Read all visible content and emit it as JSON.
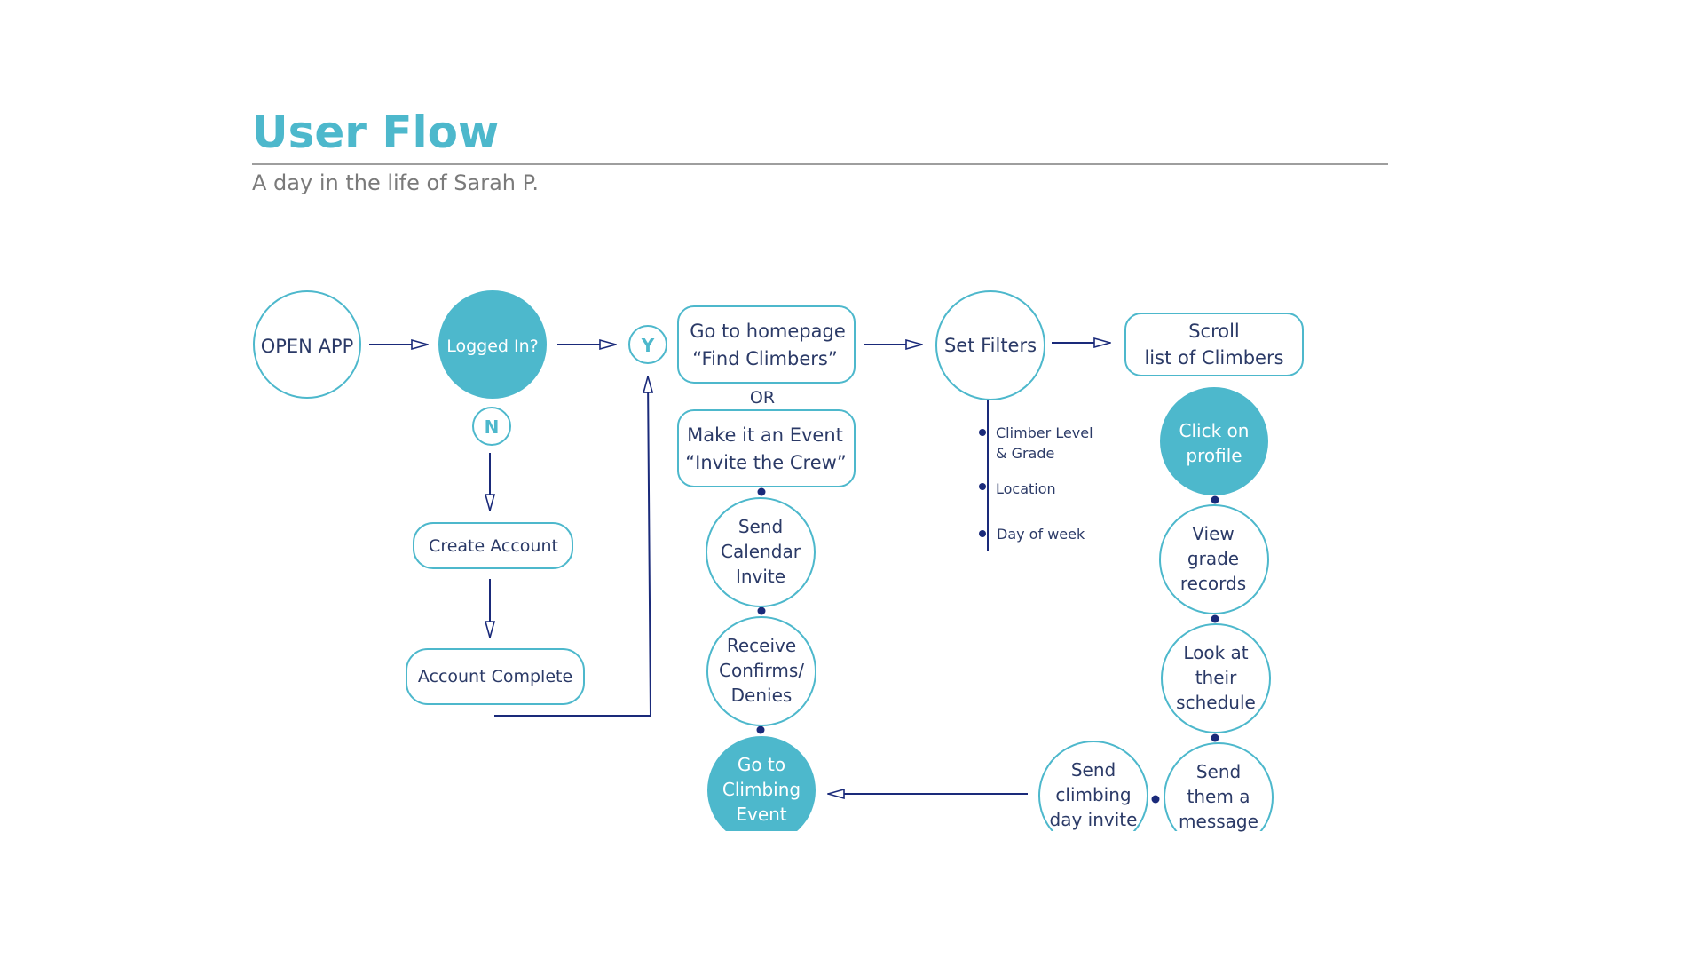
{
  "header": {
    "title": "User Flow",
    "subtitle": "A day in the life of Sarah P."
  },
  "colors": {
    "accent": "#4db8cc",
    "line": "#1a2a7a",
    "text": "#2b3a67"
  },
  "nodes": {
    "open_app": "OPEN APP",
    "logged_in": "Logged In?",
    "yes": "Y",
    "no": "N",
    "create_account": "Create Account",
    "account_complete": "Account Complete",
    "homepage": [
      "Go to homepage",
      "“Find Climbers”"
    ],
    "or": "OR",
    "make_event": [
      "Make it an Event",
      "“Invite the Crew”"
    ],
    "send_calendar": [
      "Send",
      "Calendar",
      "Invite"
    ],
    "receive_confirms": [
      "Receive",
      "Confirms/",
      "Denies"
    ],
    "go_climbing": [
      "Go to",
      "Climbing",
      "Event"
    ],
    "set_filters": "Set Filters",
    "filters": [
      [
        "Climber Level",
        "& Grade"
      ],
      [
        "Location"
      ],
      [
        "Day of week"
      ]
    ],
    "scroll_list": [
      "Scroll",
      "list of Climbers"
    ],
    "click_profile": [
      "Click on",
      "profile"
    ],
    "view_grade": [
      "View",
      "grade",
      "records"
    ],
    "look_schedule": [
      "Look at",
      "their",
      "schedule"
    ],
    "send_message": [
      "Send",
      "them a",
      "message"
    ],
    "send_invite": [
      "Send",
      "climbing",
      "day invite"
    ]
  }
}
